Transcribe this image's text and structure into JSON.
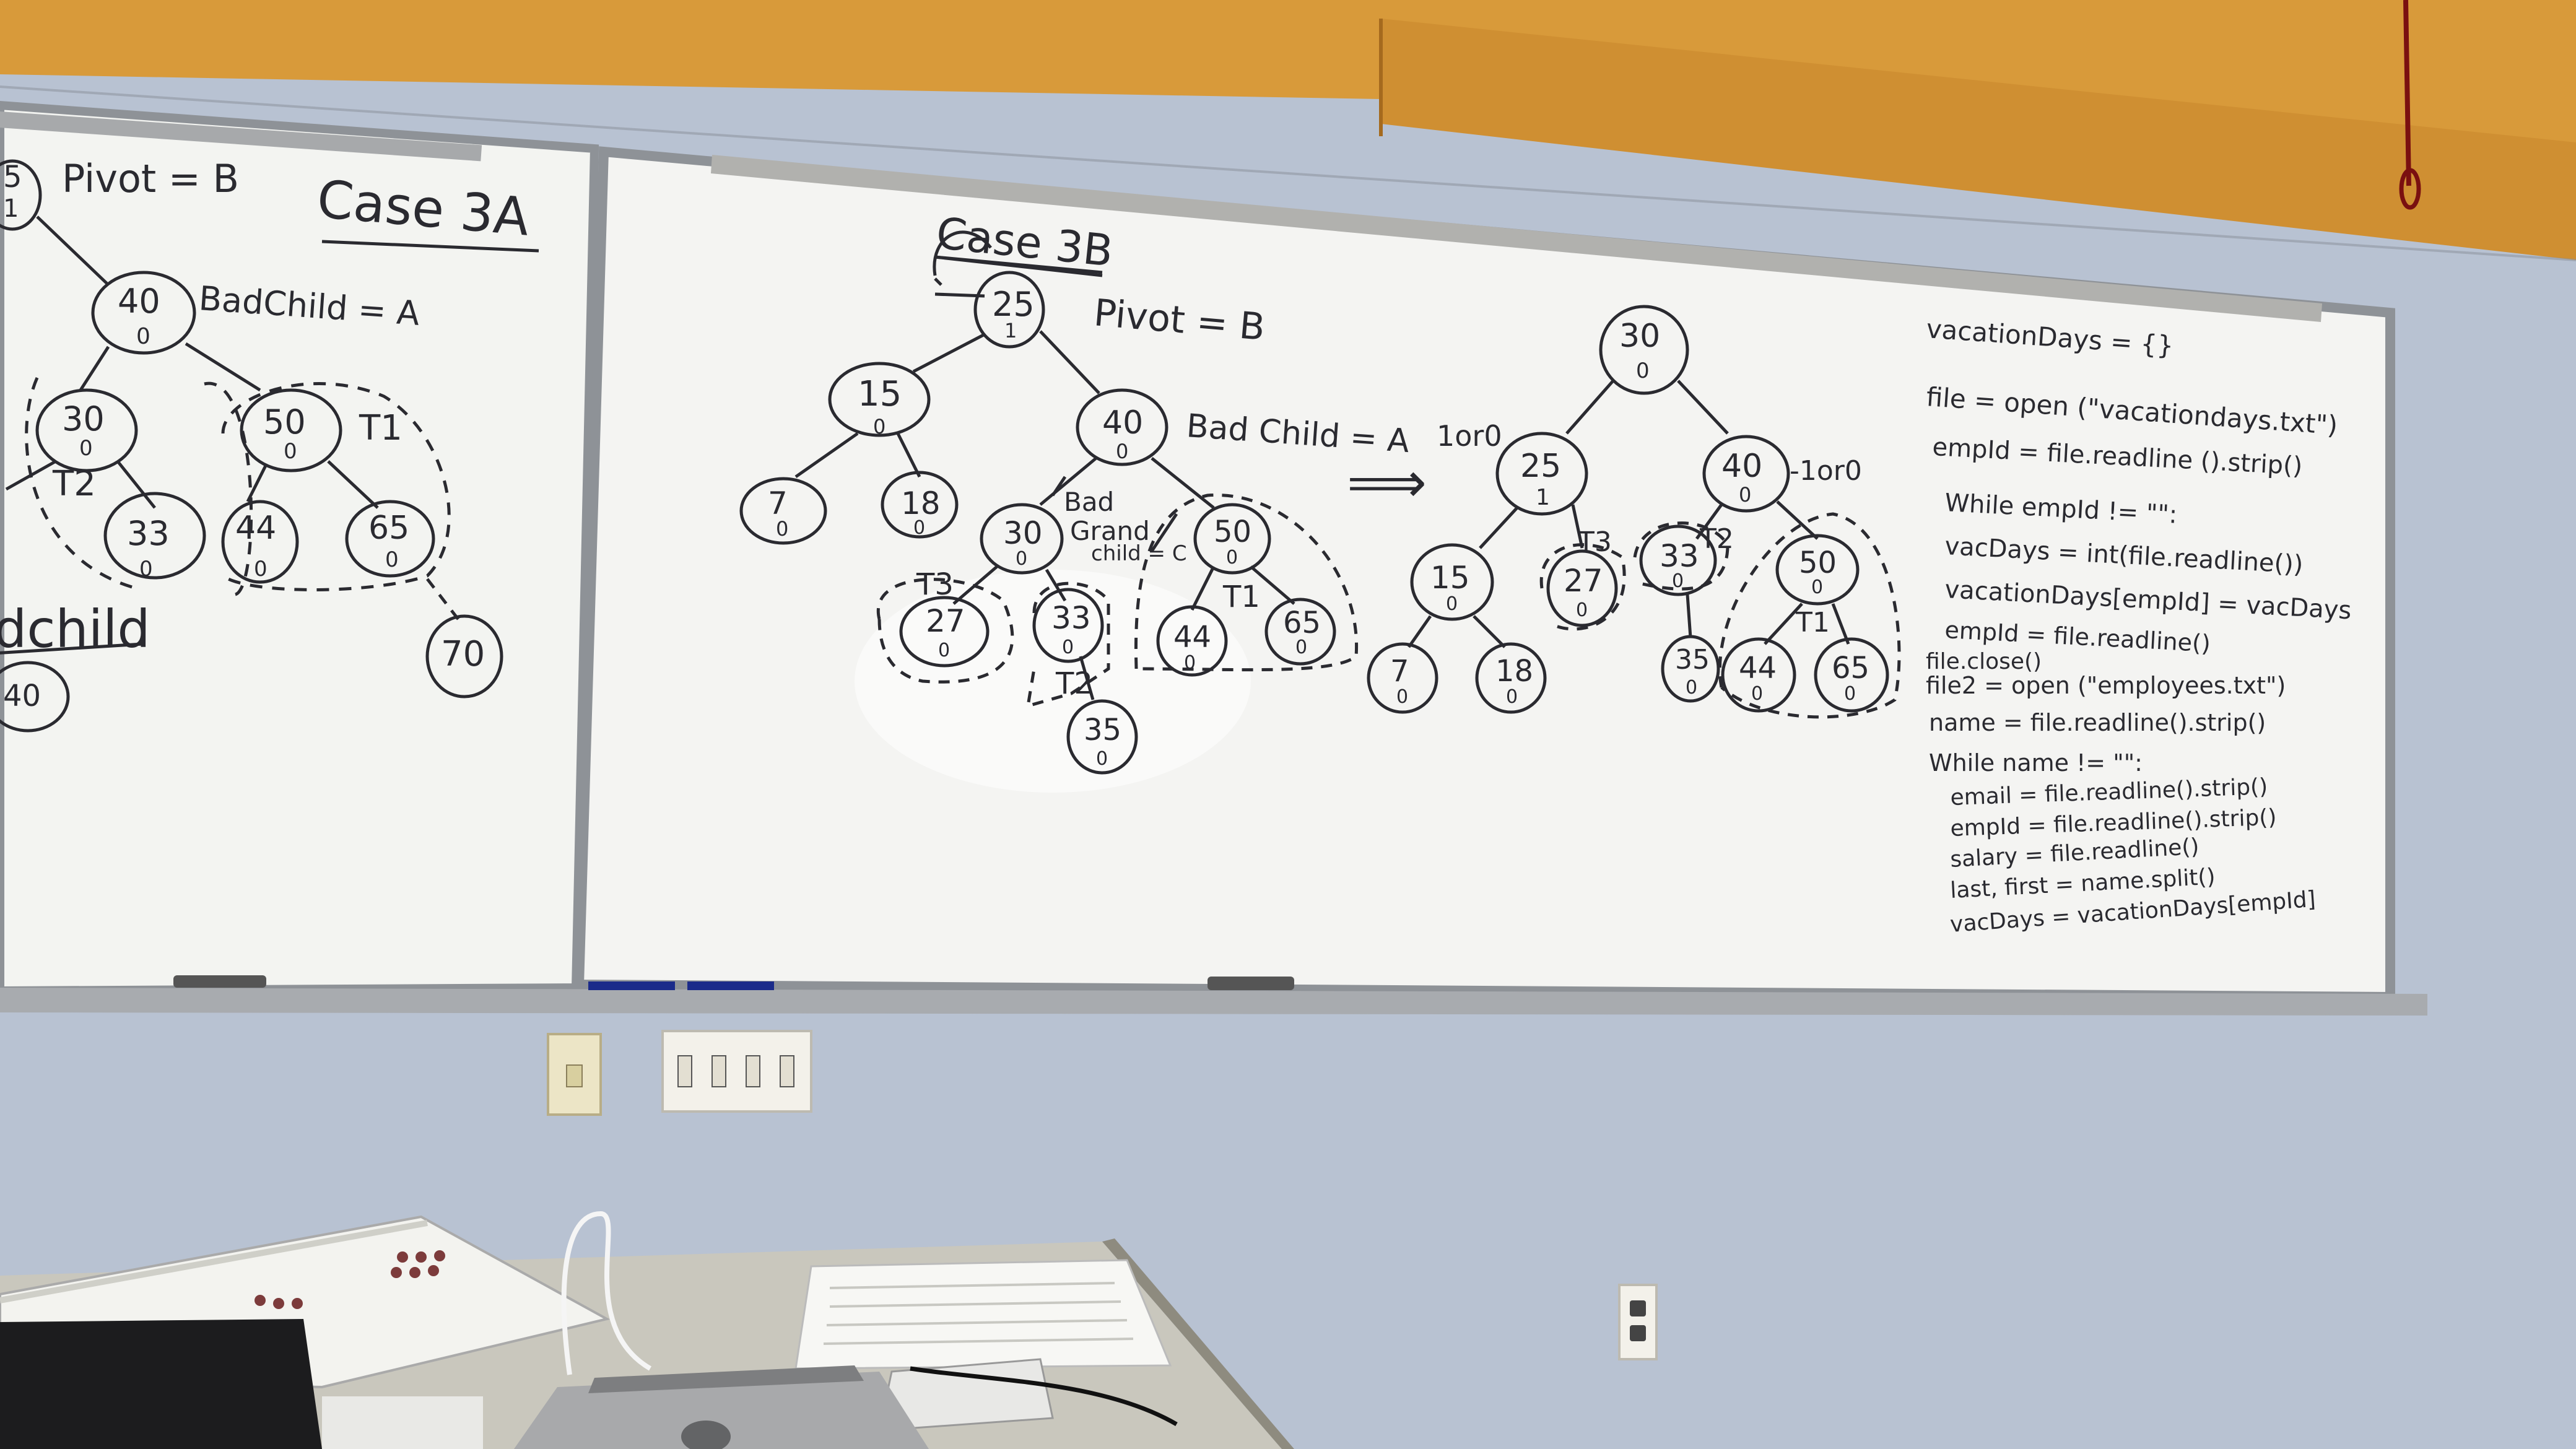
{
  "left_board": {
    "title": "Case 3A",
    "pivot_label": "Pivot = B",
    "bad_child_label": "BadChild = A",
    "top_node_partial": "5",
    "top_node_partial_bal": "1",
    "nodes": {
      "n40": {
        "value": "40",
        "bal": "0"
      },
      "n30": {
        "value": "30",
        "bal": "0"
      },
      "n50": {
        "value": "50",
        "bal": "0"
      },
      "n33": {
        "value": "33",
        "bal": "0"
      },
      "n44": {
        "value": "44",
        "bal": "0"
      },
      "n65": {
        "value": "65",
        "bal": "0"
      },
      "n70": {
        "value": "70"
      },
      "n40b": {
        "value": "40"
      }
    },
    "t1_label": "T1",
    "t2_label": "T2",
    "fragment": "dchild"
  },
  "right_board": {
    "title": "Case 3B",
    "pivot_label": "Pivot = B",
    "bad_child_label": "Bad Child = A",
    "bad_grandchild_label": [
      "Bad",
      "Grand",
      "child = C"
    ],
    "arrow": "⟹",
    "before": {
      "n25": {
        "value": "25",
        "bal": "1"
      },
      "n15": {
        "value": "15",
        "bal": "0"
      },
      "n40": {
        "value": "40",
        "bal": "0"
      },
      "n7": {
        "value": "7",
        "bal": "0"
      },
      "n18": {
        "value": "18",
        "bal": "0"
      },
      "n30": {
        "value": "30",
        "bal": "0"
      },
      "n50": {
        "value": "50",
        "bal": "0"
      },
      "n27": {
        "value": "27",
        "bal": "0"
      },
      "n33": {
        "value": "33",
        "bal": "0"
      },
      "n44": {
        "value": "44",
        "bal": "0"
      },
      "n65": {
        "value": "65",
        "bal": "0"
      },
      "n35": {
        "value": "35",
        "bal": "0"
      },
      "t1": "T1",
      "t2": "T2",
      "t3": "T3"
    },
    "after": {
      "n30": {
        "value": "30",
        "bal": "0"
      },
      "n25": {
        "value": "25",
        "bal": "1"
      },
      "n40": {
        "value": "40",
        "bal": "0"
      },
      "n15": {
        "value": "15",
        "bal": "0"
      },
      "n27": {
        "value": "27",
        "bal": "0"
      },
      "n33": {
        "value": "33",
        "bal": "0"
      },
      "n50": {
        "value": "50",
        "bal": "0"
      },
      "n7": {
        "value": "7",
        "bal": "0"
      },
      "n18": {
        "value": "18",
        "bal": "0"
      },
      "n35": {
        "value": "35",
        "bal": "0"
      },
      "n44": {
        "value": "44",
        "bal": "0"
      },
      "n65": {
        "value": "65",
        "bal": "0"
      },
      "t1": "T1",
      "t2": "T2",
      "t3": "T3",
      "label_25": "1or0",
      "label_40": "-1or0"
    },
    "code_lines": [
      "vacationDays = {}",
      "file = open (\"vacationdays.txt\")",
      "empId = file.readline ().strip()",
      "While empId != \"\":",
      "    vacDays = int(file.readline())",
      "    vacationDays[empId] = vacDays",
      "    empId = file.readline()",
      "file.close()",
      "file2 = open (\"employees.txt\")",
      "name = file.readline().strip()",
      "While name != \"\":",
      "    email = file.readline().strip()",
      "    empId = file.readline().strip()",
      "    salary = file.readline()",
      "    last, first = name.split()",
      "    vacDays = vacationDays[empId]"
    ]
  },
  "colors": {
    "wall": "#b9c3d3",
    "whiteboard": "#f4f4f2",
    "wood_trim": "#d89a3a",
    "marker": "#2a2a30",
    "desk": "#c9c7bd"
  }
}
